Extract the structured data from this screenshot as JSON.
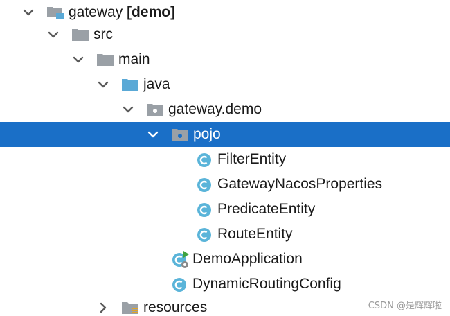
{
  "tree": {
    "root": {
      "name": "gateway",
      "module": "[demo]"
    },
    "src": "src",
    "main": "main",
    "java": "java",
    "package": "gateway.demo",
    "pojo": "pojo",
    "classes": [
      "FilterEntity",
      "GatewayNacosProperties",
      "PredicateEntity",
      "RouteEntity"
    ],
    "app_class": "DemoApplication",
    "config_class": "DynamicRoutingConfig",
    "resources": "resources"
  },
  "watermark": "CSDN @是辉辉啦",
  "colors": {
    "selection": "#1a6fc7",
    "folder_gray": "#9aa0a6",
    "folder_blue": "#5aa9d6",
    "class_circle": "#5ab4d9",
    "run_green": "#3fa33f"
  }
}
